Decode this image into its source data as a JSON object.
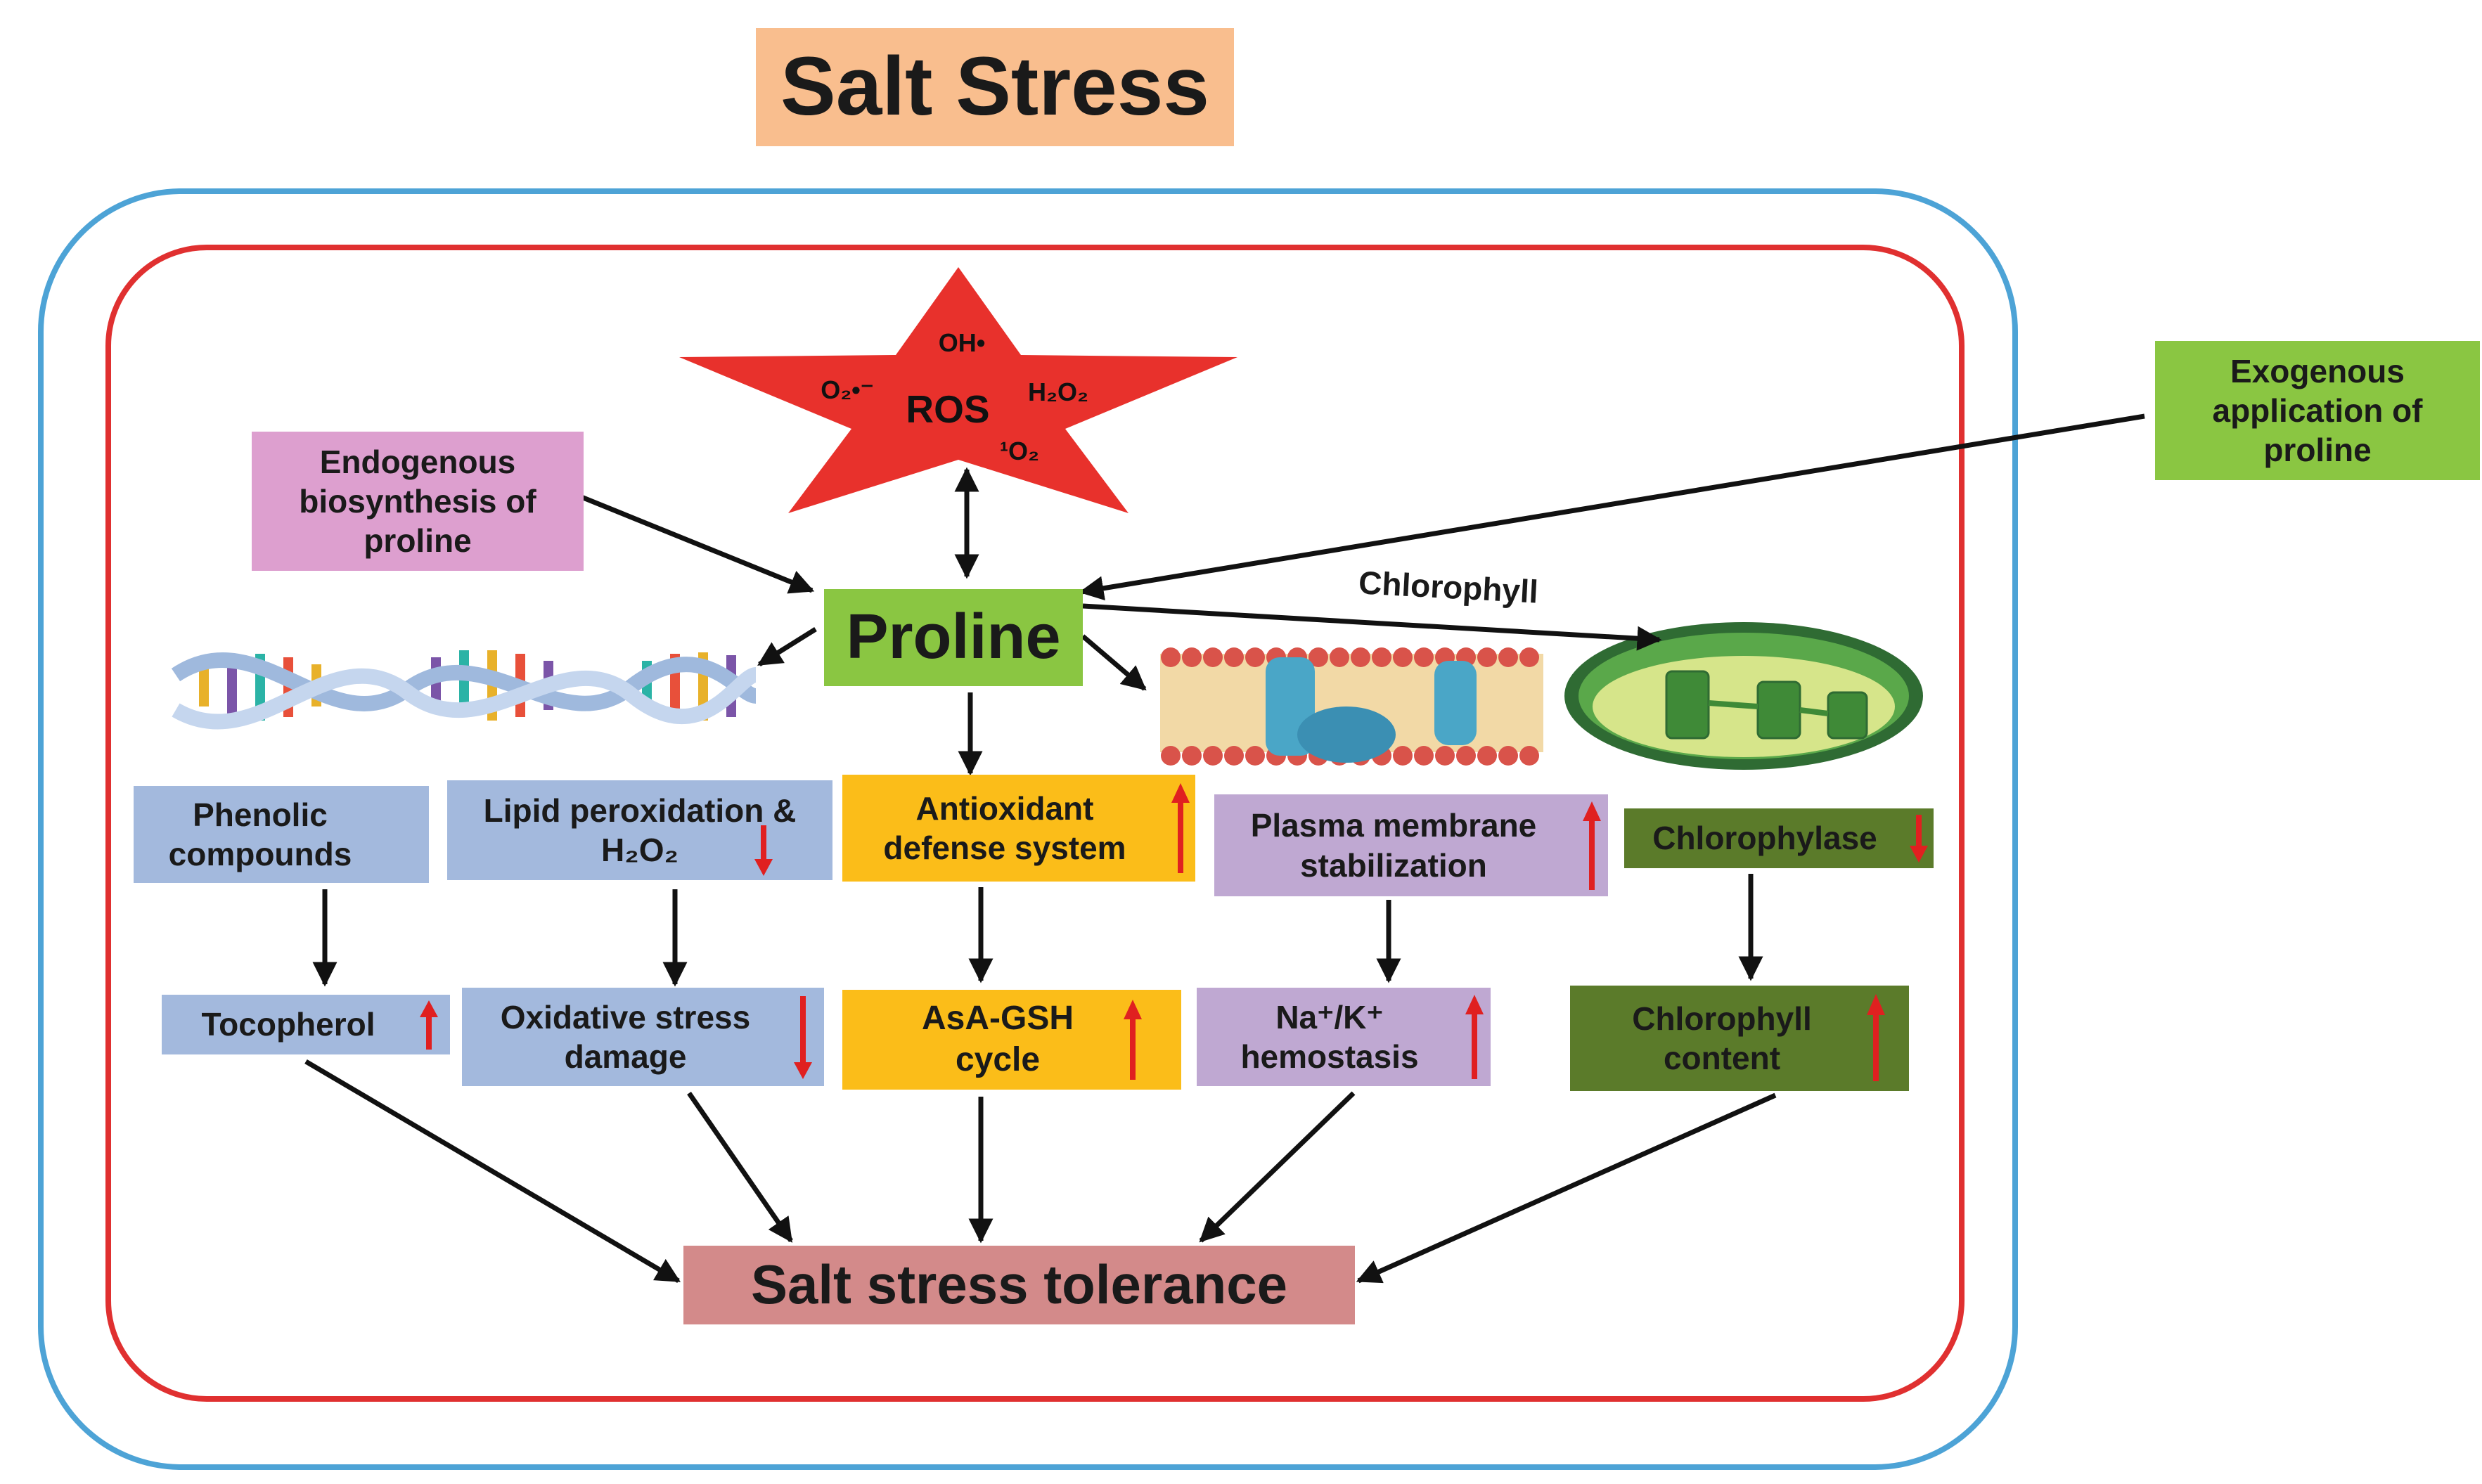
{
  "title": "Salt Stress",
  "ros": {
    "center": "ROS",
    "oh": "OH•",
    "o2": "O₂•⁻",
    "h2o2": "H₂O₂",
    "singlet": "¹O₂"
  },
  "endogenous": "Endogenous\nbiosynthesis of\nproline",
  "exogenous": "Exogenous\napplication  of\nproline",
  "proline": "Proline",
  "chlorophyll_label": "Chlorophyll",
  "row1": {
    "phenolic": "Phenolic\ncompounds",
    "lipid_line1": "Lipid peroxidation &",
    "lipid_line2": "H₂O₂",
    "antioxidant": "Antioxidant\ndefense system",
    "plasma": "Plasma membrane\nstabilization",
    "chlorophylase": "Chlorophylase"
  },
  "row2": {
    "tocopherol": "Tocopherol",
    "oxidative": "Oxidative stress\ndamage",
    "asa": "AsA-GSH\ncycle",
    "na_line1": "Na⁺/K⁺",
    "na_line2": "hemostasis",
    "chl_content": "Chlorophyll\ncontent"
  },
  "tolerance": "Salt stress tolerance",
  "colors": {
    "title_bg": "#f9be8e",
    "outer_border": "#4da3d6",
    "inner_border": "#e03030",
    "star": "#e8312c",
    "pink": "#dd9fcf",
    "green_light": "#8ac642",
    "blue_box": "#a3b9dd",
    "yellow": "#fbbd19",
    "lavender": "#bfa8d2",
    "dark_green": "#5b7b2a",
    "tolerance_bg": "#d38a8a",
    "arrow_red": "#e02020"
  },
  "icons": [
    "star-icon",
    "dna-helix-icon",
    "cell-membrane-icon",
    "chloroplast-icon",
    "arrow-up-icon",
    "arrow-down-icon"
  ]
}
